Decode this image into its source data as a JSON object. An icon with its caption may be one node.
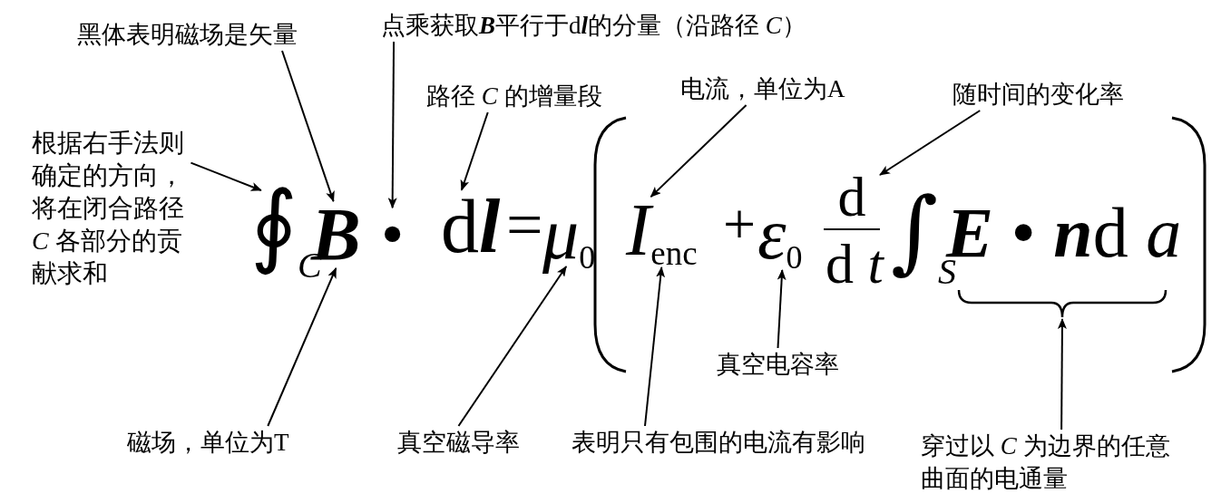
{
  "diagram": {
    "nodes": [
      {
        "text": [
          "黑体表明磁场是矢量"
        ]
      },
      {
        "text": [
          "点乘获取**B**平行于d**l**的分量（沿路径 *C*）"
        ]
      },
      {
        "text": [
          "路径 *C* 的增量段"
        ]
      },
      {
        "text": [
          "根据右手法则确定的方向，将在闭合路径 *C* 各部分的贡献求和"
        ]
      },
      {
        "text": [
          "电流，单位为A"
        ]
      },
      {
        "text": [
          "随时间的变化率"
        ]
      },
      {
        "text": [
          "磁场，单位为T"
        ]
      },
      {
        "text": [
          "真空磁导率"
        ]
      },
      {
        "text": [
          "真空电容率"
        ]
      },
      {
        "text": [
          "表明只有包围的电流有影响"
        ]
      },
      {
        "text": [
          "穿过以 *C* 为边界的任意曲面的电通量"
        ]
      },
      {
        "text": [
          "∮$_{C}$"
        ]
      },
      {
        "text": [
          "**B**"
        ]
      },
      {
        "text": [
          "•"
        ]
      },
      {
        "text": [
          "d**l**"
        ]
      },
      {
        "text": [
          "*μ*$_{0}$"
        ]
      },
      {
        "text": [
          "*I*$_{enc}$"
        ]
      },
      {
        "text": [
          "*ε*$_{0}$"
        ]
      },
      {
        "text": [
          "d",
          "d *t*"
        ]
      },
      {
        "text": [
          "∫$_{S}$"
        ]
      },
      {
        "text": [
          "**E** • **n**d *a*"
        ]
      },
      {
        "text": [],
        "shape": "brace"
      }
    ],
    "edges": [
      {
        "from": 0,
        "to": 12,
        "arrow": "to"
      },
      {
        "from": 1,
        "to": 13,
        "arrow": "to"
      },
      {
        "from": 2,
        "to": 14,
        "arrow": "to"
      },
      {
        "from": 3,
        "to": 11,
        "arrow": "to"
      },
      {
        "from": 4,
        "to": 16,
        "arrow": "to"
      },
      {
        "from": 5,
        "to": 18,
        "arrow": "to"
      },
      {
        "from": 6,
        "to": 12,
        "arrow": "to"
      },
      {
        "from": 7,
        "to": 15,
        "arrow": "to"
      },
      {
        "from": 8,
        "to": 17,
        "arrow": "to"
      },
      {
        "from": 9,
        "to": 16,
        "arrow": "to"
      },
      {
        "from": 10,
        "to": 21,
        "arrow": "to"
      }
    ],
    "labels": [
      "=",
      "+"
    ]
  }
}
